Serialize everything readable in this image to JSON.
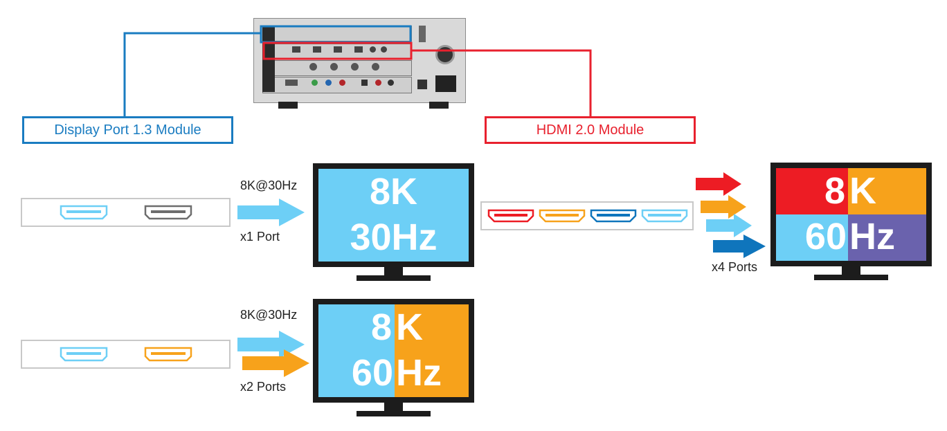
{
  "modules": {
    "displayport": {
      "label": "Display Port 1.3 Module",
      "color": "#1a7cc1"
    },
    "hdmi": {
      "label": "HDMI 2.0 Module",
      "color": "#e8212e"
    }
  },
  "colors": {
    "light_blue": "#6dcff6",
    "orange": "#f7a21b",
    "red": "#ed1c24",
    "dark_blue": "#0f75bc",
    "purple": "#6a62ad",
    "monitor": "#1c1c1c",
    "gray": "#6d6d6d"
  },
  "row1": {
    "rate": "8K@30Hz",
    "ports": "x1 Port",
    "screen_top": "8K",
    "screen_bottom": "30Hz"
  },
  "row2": {
    "rate": "8K@30Hz",
    "ports": "x2 Ports",
    "screen_top_left": "8",
    "screen_top_right": "K",
    "screen_bottom_left": "60",
    "screen_bottom_right": "Hz"
  },
  "hdmi_combo": {
    "ports": "x4 Ports",
    "screen_top_left": "8",
    "screen_top_right": "K",
    "screen_bottom_left": "60",
    "screen_bottom_right": "Hz"
  }
}
